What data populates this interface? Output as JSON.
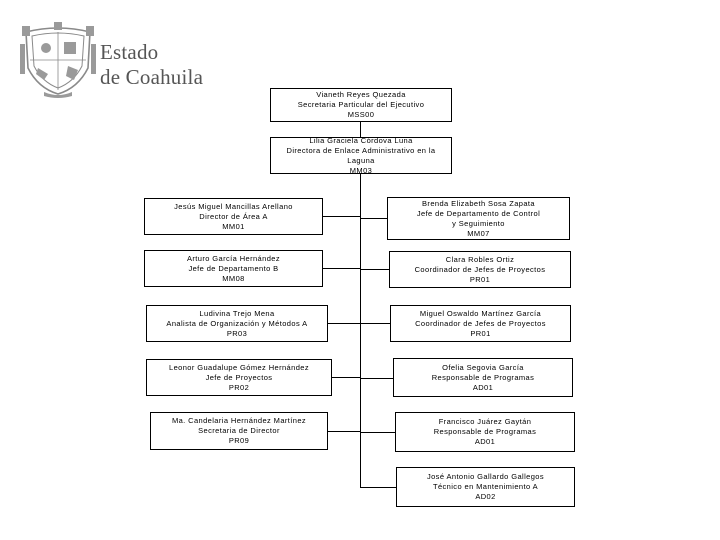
{
  "header": {
    "brand_line1": "Estado",
    "brand_line2": "de Coahuila",
    "logo_icon": "coat-of-arms-icon"
  },
  "colors": {
    "line": "#000000",
    "brand_text": "#555555",
    "logo": "#8a8a8a"
  },
  "org": {
    "top": {
      "name": "Vianeth Reyes Quezada",
      "title": "Secretaria Particular del Ejecutivo",
      "code": "MSS00"
    },
    "second": {
      "name": "Lilia Graciela Córdova Luna",
      "title_line1": "Directora de Enlace Administrativo en la",
      "title_line2": "Laguna",
      "code": "MM03"
    },
    "left": [
      {
        "name": "Jesús Miguel Mancillas Arellano",
        "title": "Director de Área A",
        "code": "MM01"
      },
      {
        "name": "Arturo García Hernández",
        "title": "Jefe de Departamento B",
        "code": "MM08"
      },
      {
        "name": "Ludivina Trejo Mena",
        "title": "Analista de Organización y Métodos A",
        "code": "PR03"
      },
      {
        "name": "Leonor Guadalupe Gómez Hernández",
        "title": "Jefe de Proyectos",
        "code": "PR02"
      },
      {
        "name": "Ma. Candelaria Hernández Martínez",
        "title": "Secretaria de Director",
        "code": "PR09"
      }
    ],
    "right": [
      {
        "name": "Brenda Elizabeth Sosa Zapata",
        "title_line1": "Jefe de Departamento de Control",
        "title_line2": "y Seguimiento",
        "code": "MM07"
      },
      {
        "name": "Clara Robles Ortiz",
        "title": "Coordinador de Jefes de Proyectos",
        "code": "PR01"
      },
      {
        "name": "Miguel Oswaldo Martínez García",
        "title": "Coordinador de Jefes de Proyectos",
        "code": "PR01"
      },
      {
        "name": "Ofelia Segovia García",
        "title": "Responsable de Programas",
        "code": "AD01"
      },
      {
        "name": "Francisco Juárez Gaytán",
        "title": "Responsable de Programas",
        "code": "AD01"
      },
      {
        "name": "José Antonio Gallardo Gallegos",
        "title": "Técnico en Mantenimiento A",
        "code": "AD02"
      }
    ]
  }
}
